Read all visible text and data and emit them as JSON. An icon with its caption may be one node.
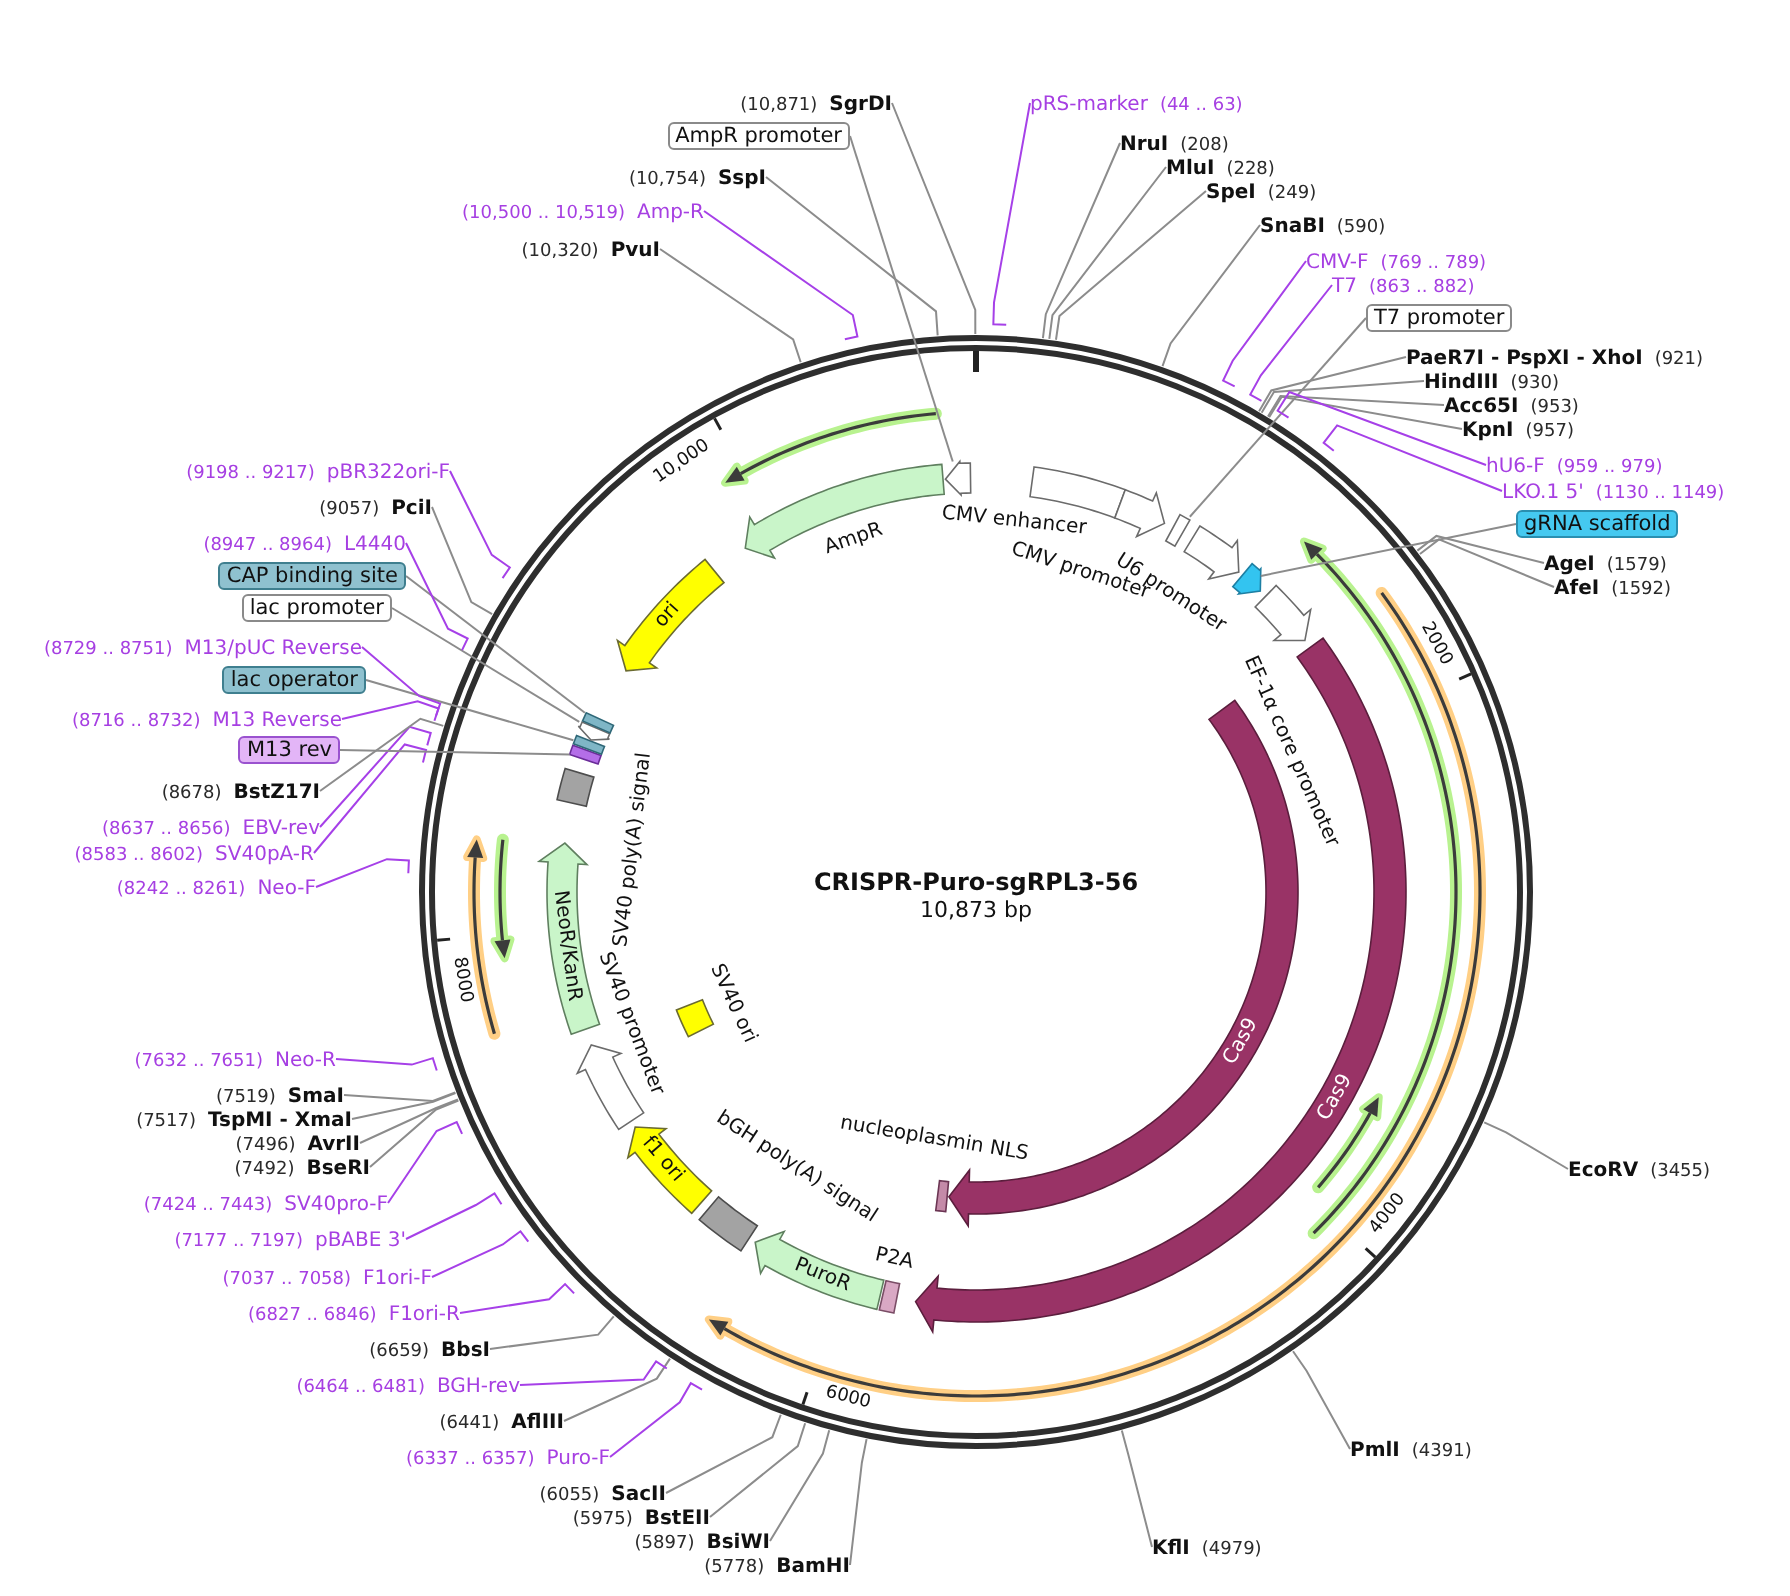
{
  "diagram": {
    "title": "CRISPR-Puro-sgRPL3-56",
    "nodes": [
      {
        "text": [
          "pRS-marker",
          "(44 .. 63)"
        ]
      },
      {
        "text": [
          "NruI",
          "(208)"
        ]
      },
      {
        "text": [
          "MluI",
          "(228)"
        ]
      },
      {
        "text": [
          "SpeI",
          "(249)"
        ]
      },
      {
        "text": [
          "SnaBI",
          "(590)"
        ]
      },
      {
        "text": [
          "CMV-F",
          "(769 .. 789)"
        ]
      },
      {
        "text": [
          "T7",
          "(863 .. 882)"
        ]
      },
      {
        "text": [
          "T7 promoter"
        ]
      },
      {
        "text": [
          "PaeR7I - PspXI - XhoI",
          "(921)"
        ]
      },
      {
        "text": [
          "HindIII",
          "(930)"
        ]
      },
      {
        "text": [
          "Acc65I",
          "(953)"
        ]
      },
      {
        "text": [
          "KpnI",
          "(957)"
        ]
      },
      {
        "text": [
          "hU6-F",
          "(959 .. 979)"
        ]
      },
      {
        "text": [
          "LKO.1 5'",
          "(1130 .. 1149)"
        ]
      },
      {
        "text": [
          "gRNA scaffold"
        ]
      },
      {
        "text": [
          "AgeI",
          "(1579)"
        ]
      },
      {
        "text": [
          "AfeI",
          "(1592)"
        ]
      },
      {
        "text": [
          "EcoRV",
          "(3455)"
        ]
      },
      {
        "text": [
          "PmlI",
          "(4391)"
        ]
      },
      {
        "text": [
          "KflI",
          "(4979)"
        ]
      },
      {
        "text": [
          "(5778)",
          "BamHI"
        ]
      },
      {
        "text": [
          "(5897)",
          "BsiWI"
        ]
      },
      {
        "text": [
          "(5975)",
          "BstEII"
        ]
      },
      {
        "text": [
          "(6055)",
          "SacII"
        ]
      },
      {
        "text": [
          "(6337 .. 6357)",
          "Puro-F"
        ]
      },
      {
        "text": [
          "(6441)",
          "AflIII"
        ]
      },
      {
        "text": [
          "(6464 .. 6481)",
          "BGH-rev"
        ]
      },
      {
        "text": [
          "(6659)",
          "BbsI"
        ]
      },
      {
        "text": [
          "(6827 .. 6846)",
          "F1ori-R"
        ]
      },
      {
        "text": [
          "(7037 .. 7058)",
          "F1ori-F"
        ]
      },
      {
        "text": [
          "(7177 .. 7197)",
          "pBABE 3'"
        ]
      },
      {
        "text": [
          "(7424 .. 7443)",
          "SV40pro-F"
        ]
      },
      {
        "text": [
          "(7492)",
          "BseRI"
        ]
      },
      {
        "text": [
          "(7496)",
          "AvrII"
        ]
      },
      {
        "text": [
          "(7517)",
          "TspMI - XmaI"
        ]
      },
      {
        "text": [
          "(7519)",
          "SmaI"
        ]
      },
      {
        "text": [
          "(7632 .. 7651)",
          "Neo-R"
        ]
      },
      {
        "text": [
          "(8242 .. 8261)",
          "Neo-F"
        ]
      },
      {
        "text": [
          "(8583 .. 8602)",
          "SV40pA-R"
        ]
      },
      {
        "text": [
          "(8637 .. 8656)",
          "EBV-rev"
        ]
      },
      {
        "text": [
          "(8678)",
          "BstZ17I"
        ]
      },
      {
        "text": [
          "M13 rev"
        ]
      },
      {
        "text": [
          "(8716 .. 8732)",
          "M13 Reverse"
        ]
      },
      {
        "text": [
          "lac operator"
        ]
      },
      {
        "text": [
          "(8729 .. 8751)",
          "M13/pUC Reverse"
        ]
      },
      {
        "text": [
          "lac promoter"
        ]
      },
      {
        "text": [
          "CAP binding site"
        ]
      },
      {
        "text": [
          "(8947 .. 8964)",
          "L4440"
        ]
      },
      {
        "text": [
          "(9057)",
          "PciI"
        ]
      },
      {
        "text": [
          "(9198 .. 9217)",
          "pBR322ori-F"
        ]
      },
      {
        "text": [
          "(10,320)",
          "PvuI"
        ]
      },
      {
        "text": [
          "(10,500 .. 10,519)",
          "Amp-R"
        ]
      },
      {
        "text": [
          "(10,754)",
          "SspI"
        ]
      },
      {
        "text": [
          "AmpR promoter"
        ]
      },
      {
        "text": [
          "(10,871)",
          "SgrDI"
        ]
      },
      {
        "text": [
          "CMV enhancer"
        ]
      },
      {
        "text": [
          "CMV promoter"
        ]
      },
      {
        "text": [],
        "shape": "box"
      },
      {
        "text": [
          "U6 promoter"
        ]
      },
      {
        "text": [],
        "shape": "arrow"
      },
      {
        "text": [
          "EF-1α core promoter"
        ]
      },
      {
        "text": [
          "Cas9"
        ]
      },
      {
        "text": [
          "Cas9"
        ]
      },
      {
        "text": [
          "nucleoplasmin NLS"
        ]
      },
      {
        "text": [
          "P2A"
        ]
      },
      {
        "text": [
          "PuroR"
        ]
      },
      {
        "text": [
          "bGH poly(A) signal"
        ]
      },
      {
        "text": [
          "f1 ori"
        ]
      },
      {
        "text": [
          "SV40 promoter"
        ]
      },
      {
        "text": [
          "SV40 ori"
        ]
      },
      {
        "text": [
          "NeoR/KanR"
        ]
      },
      {
        "text": [
          "SV40 poly(A) signal"
        ]
      },
      {
        "text": [],
        "shape": "box"
      },
      {
        "text": [],
        "shape": "box"
      },
      {
        "text": [],
        "shape": "arrow"
      },
      {
        "text": [],
        "shape": "box"
      },
      {
        "text": [
          "ori"
        ]
      },
      {
        "text": [
          "AmpR"
        ]
      },
      {
        "text": [],
        "shape": "arrow"
      }
    ],
    "edges": [
      {
        "from": 0,
        "to": null,
        "arrow": "none",
        "color": "#a640e8"
      },
      {
        "from": 1,
        "to": null,
        "arrow": "none"
      },
      {
        "from": 2,
        "to": null,
        "arrow": "none"
      },
      {
        "from": 3,
        "to": null,
        "arrow": "none"
      },
      {
        "from": 4,
        "to": null,
        "arrow": "none"
      },
      {
        "from": 5,
        "to": null,
        "arrow": "none",
        "color": "#a640e8"
      },
      {
        "from": 6,
        "to": null,
        "arrow": "none",
        "color": "#a640e8"
      },
      {
        "from": 7,
        "to": 57,
        "arrow": "none"
      },
      {
        "from": 8,
        "to": null,
        "arrow": "none"
      },
      {
        "from": 9,
        "to": null,
        "arrow": "none"
      },
      {
        "from": 10,
        "to": null,
        "arrow": "none"
      },
      {
        "from": 11,
        "to": null,
        "arrow": "none"
      },
      {
        "from": 12,
        "to": null,
        "arrow": "none",
        "color": "#a640e8"
      },
      {
        "from": 13,
        "to": null,
        "arrow": "none",
        "color": "#a640e8"
      },
      {
        "from": 14,
        "to": 59,
        "arrow": "none"
      },
      {
        "from": 15,
        "to": null,
        "arrow": "none"
      },
      {
        "from": 16,
        "to": null,
        "arrow": "none"
      },
      {
        "from": 17,
        "to": null,
        "arrow": "none"
      },
      {
        "from": 18,
        "to": null,
        "arrow": "none"
      },
      {
        "from": 19,
        "to": null,
        "arrow": "none"
      },
      {
        "from": 20,
        "to": null,
        "arrow": "none"
      },
      {
        "from": 21,
        "to": null,
        "arrow": "none"
      },
      {
        "from": 22,
        "to": null,
        "arrow": "none"
      },
      {
        "from": 23,
        "to": null,
        "arrow": "none"
      },
      {
        "from": 24,
        "to": null,
        "arrow": "none",
        "color": "#a640e8"
      },
      {
        "from": 25,
        "to": null,
        "arrow": "none"
      },
      {
        "from": 26,
        "to": null,
        "arrow": "none",
        "color": "#a640e8"
      },
      {
        "from": 27,
        "to": null,
        "arrow": "none"
      },
      {
        "from": 28,
        "to": null,
        "arrow": "none",
        "color": "#a640e8"
      },
      {
        "from": 29,
        "to": null,
        "arrow": "none",
        "color": "#a640e8"
      },
      {
        "from": 30,
        "to": null,
        "arrow": "none",
        "color": "#a640e8"
      },
      {
        "from": 31,
        "to": null,
        "arrow": "none",
        "color": "#a640e8"
      },
      {
        "from": 32,
        "to": null,
        "arrow": "none"
      },
      {
        "from": 33,
        "to": null,
        "arrow": "none"
      },
      {
        "from": 34,
        "to": null,
        "arrow": "none"
      },
      {
        "from": 35,
        "to": null,
        "arrow": "none"
      },
      {
        "from": 36,
        "to": null,
        "arrow": "none",
        "color": "#a640e8"
      },
      {
        "from": 37,
        "to": null,
        "arrow": "none",
        "color": "#a640e8"
      },
      {
        "from": 38,
        "to": null,
        "arrow": "none",
        "color": "#a640e8"
      },
      {
        "from": 39,
        "to": null,
        "arrow": "none",
        "color": "#a640e8"
      },
      {
        "from": 40,
        "to": null,
        "arrow": "none"
      },
      {
        "from": 41,
        "to": 72,
        "arrow": "none"
      },
      {
        "from": 42,
        "to": null,
        "arrow": "none",
        "color": "#a640e8"
      },
      {
        "from": 43,
        "to": 73,
        "arrow": "none"
      },
      {
        "from": 44,
        "to": null,
        "arrow": "none",
        "color": "#a640e8"
      },
      {
        "from": 45,
        "to": 74,
        "arrow": "none"
      },
      {
        "from": 46,
        "to": 75,
        "arrow": "none"
      },
      {
        "from": 47,
        "to": null,
        "arrow": "none",
        "color": "#a640e8"
      },
      {
        "from": 48,
        "to": null,
        "arrow": "none"
      },
      {
        "from": 49,
        "to": null,
        "arrow": "none",
        "color": "#a640e8"
      },
      {
        "from": 50,
        "to": null,
        "arrow": "none"
      },
      {
        "from": 51,
        "to": null,
        "arrow": "none",
        "color": "#a640e8"
      },
      {
        "from": 52,
        "to": null,
        "arrow": "none"
      },
      {
        "from": 53,
        "to": 78,
        "arrow": "none"
      },
      {
        "from": 54,
        "to": null,
        "arrow": "none"
      }
    ],
    "labels": [
      "10,000",
      "2000",
      "10,873 bp",
      "8000",
      "4000",
      "6000"
    ]
  }
}
